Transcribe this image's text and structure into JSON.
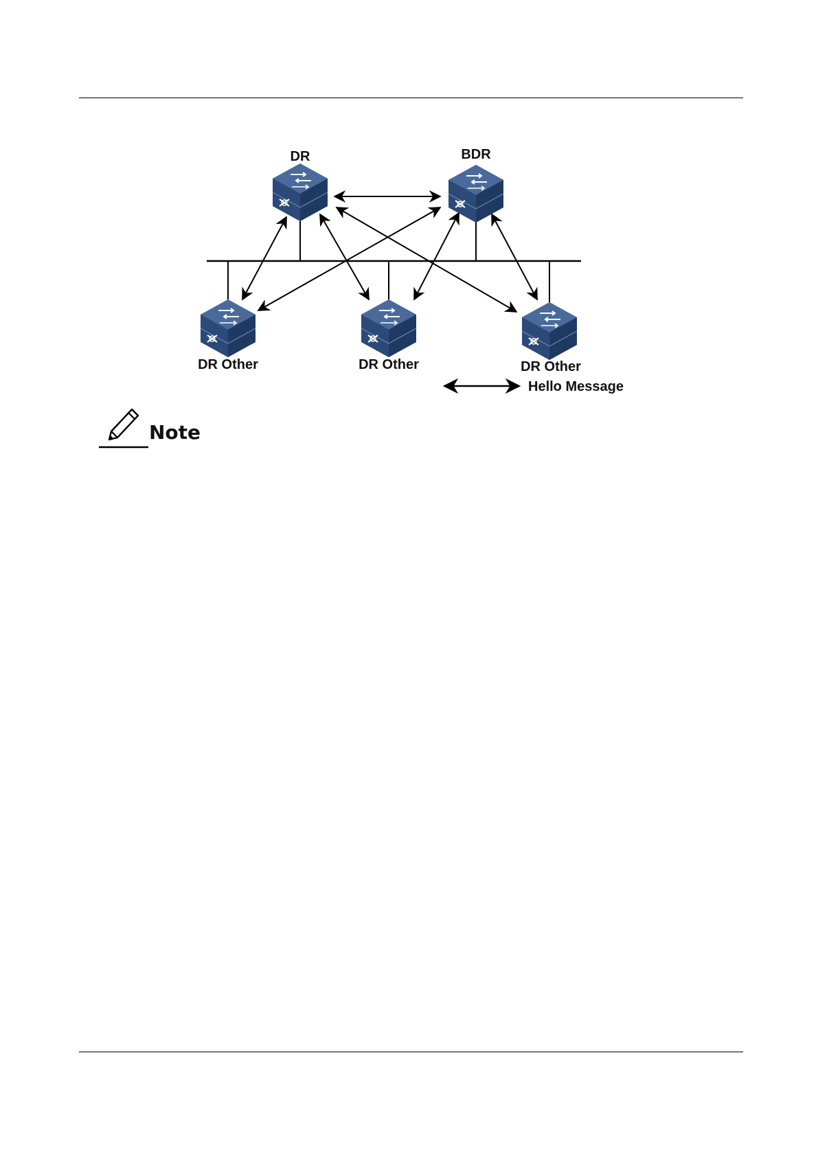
{
  "diagram": {
    "nodes": [
      {
        "id": "dr",
        "label": "DR",
        "role": "designated-router"
      },
      {
        "id": "bdr",
        "label": "BDR",
        "role": "backup-designated-router"
      },
      {
        "id": "other1",
        "label": "DR Other",
        "role": "dr-other"
      },
      {
        "id": "other2",
        "label": "DR Other",
        "role": "dr-other"
      },
      {
        "id": "other3",
        "label": "DR Other",
        "role": "dr-other"
      }
    ],
    "hello_links": [
      [
        "dr",
        "bdr"
      ],
      [
        "dr",
        "other1"
      ],
      [
        "dr",
        "other2"
      ],
      [
        "dr",
        "other3"
      ],
      [
        "bdr",
        "other1"
      ],
      [
        "bdr",
        "other2"
      ],
      [
        "bdr",
        "other3"
      ]
    ],
    "legend": {
      "label": "Hello Message",
      "icon": "double-arrow-icon"
    },
    "colors": {
      "device_top": "#3f5f8f",
      "device_side": "#233d63",
      "line": "#000000"
    }
  },
  "note": {
    "label": "Note",
    "icon": "pencil-icon"
  }
}
